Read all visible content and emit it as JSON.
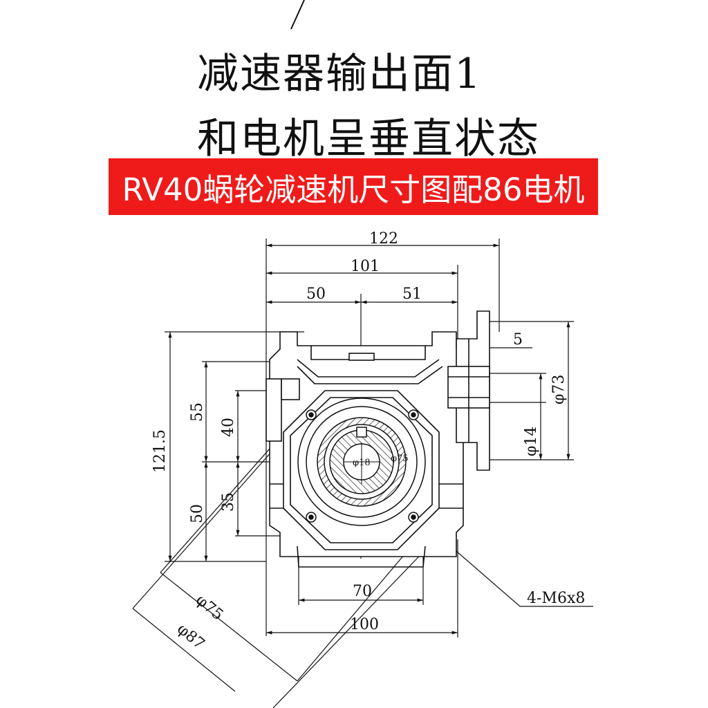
{
  "handwritten": {
    "line1": "减速器输出面1",
    "line2": "和电机呈垂直状态"
  },
  "banner": {
    "text": "RV40蜗轮减速机尺寸图配86电机",
    "background": "#ef1b1b",
    "color": "#ffffff"
  },
  "dimensions": {
    "d122": "122",
    "d101": "101",
    "d50_top": "50",
    "d51": "51",
    "d5": "5",
    "d73": "φ73",
    "d14": "φ14",
    "d121_5": "121.5",
    "d55": "55",
    "d40": "40",
    "d35": "35",
    "d50_left": "50",
    "d70": "70",
    "d100": "100",
    "d75_diag": "φ75",
    "d87_diag": "φ87",
    "d18_inner": "φ18",
    "d75_inner": "φ75",
    "bolt_note": "4-M6x8"
  }
}
